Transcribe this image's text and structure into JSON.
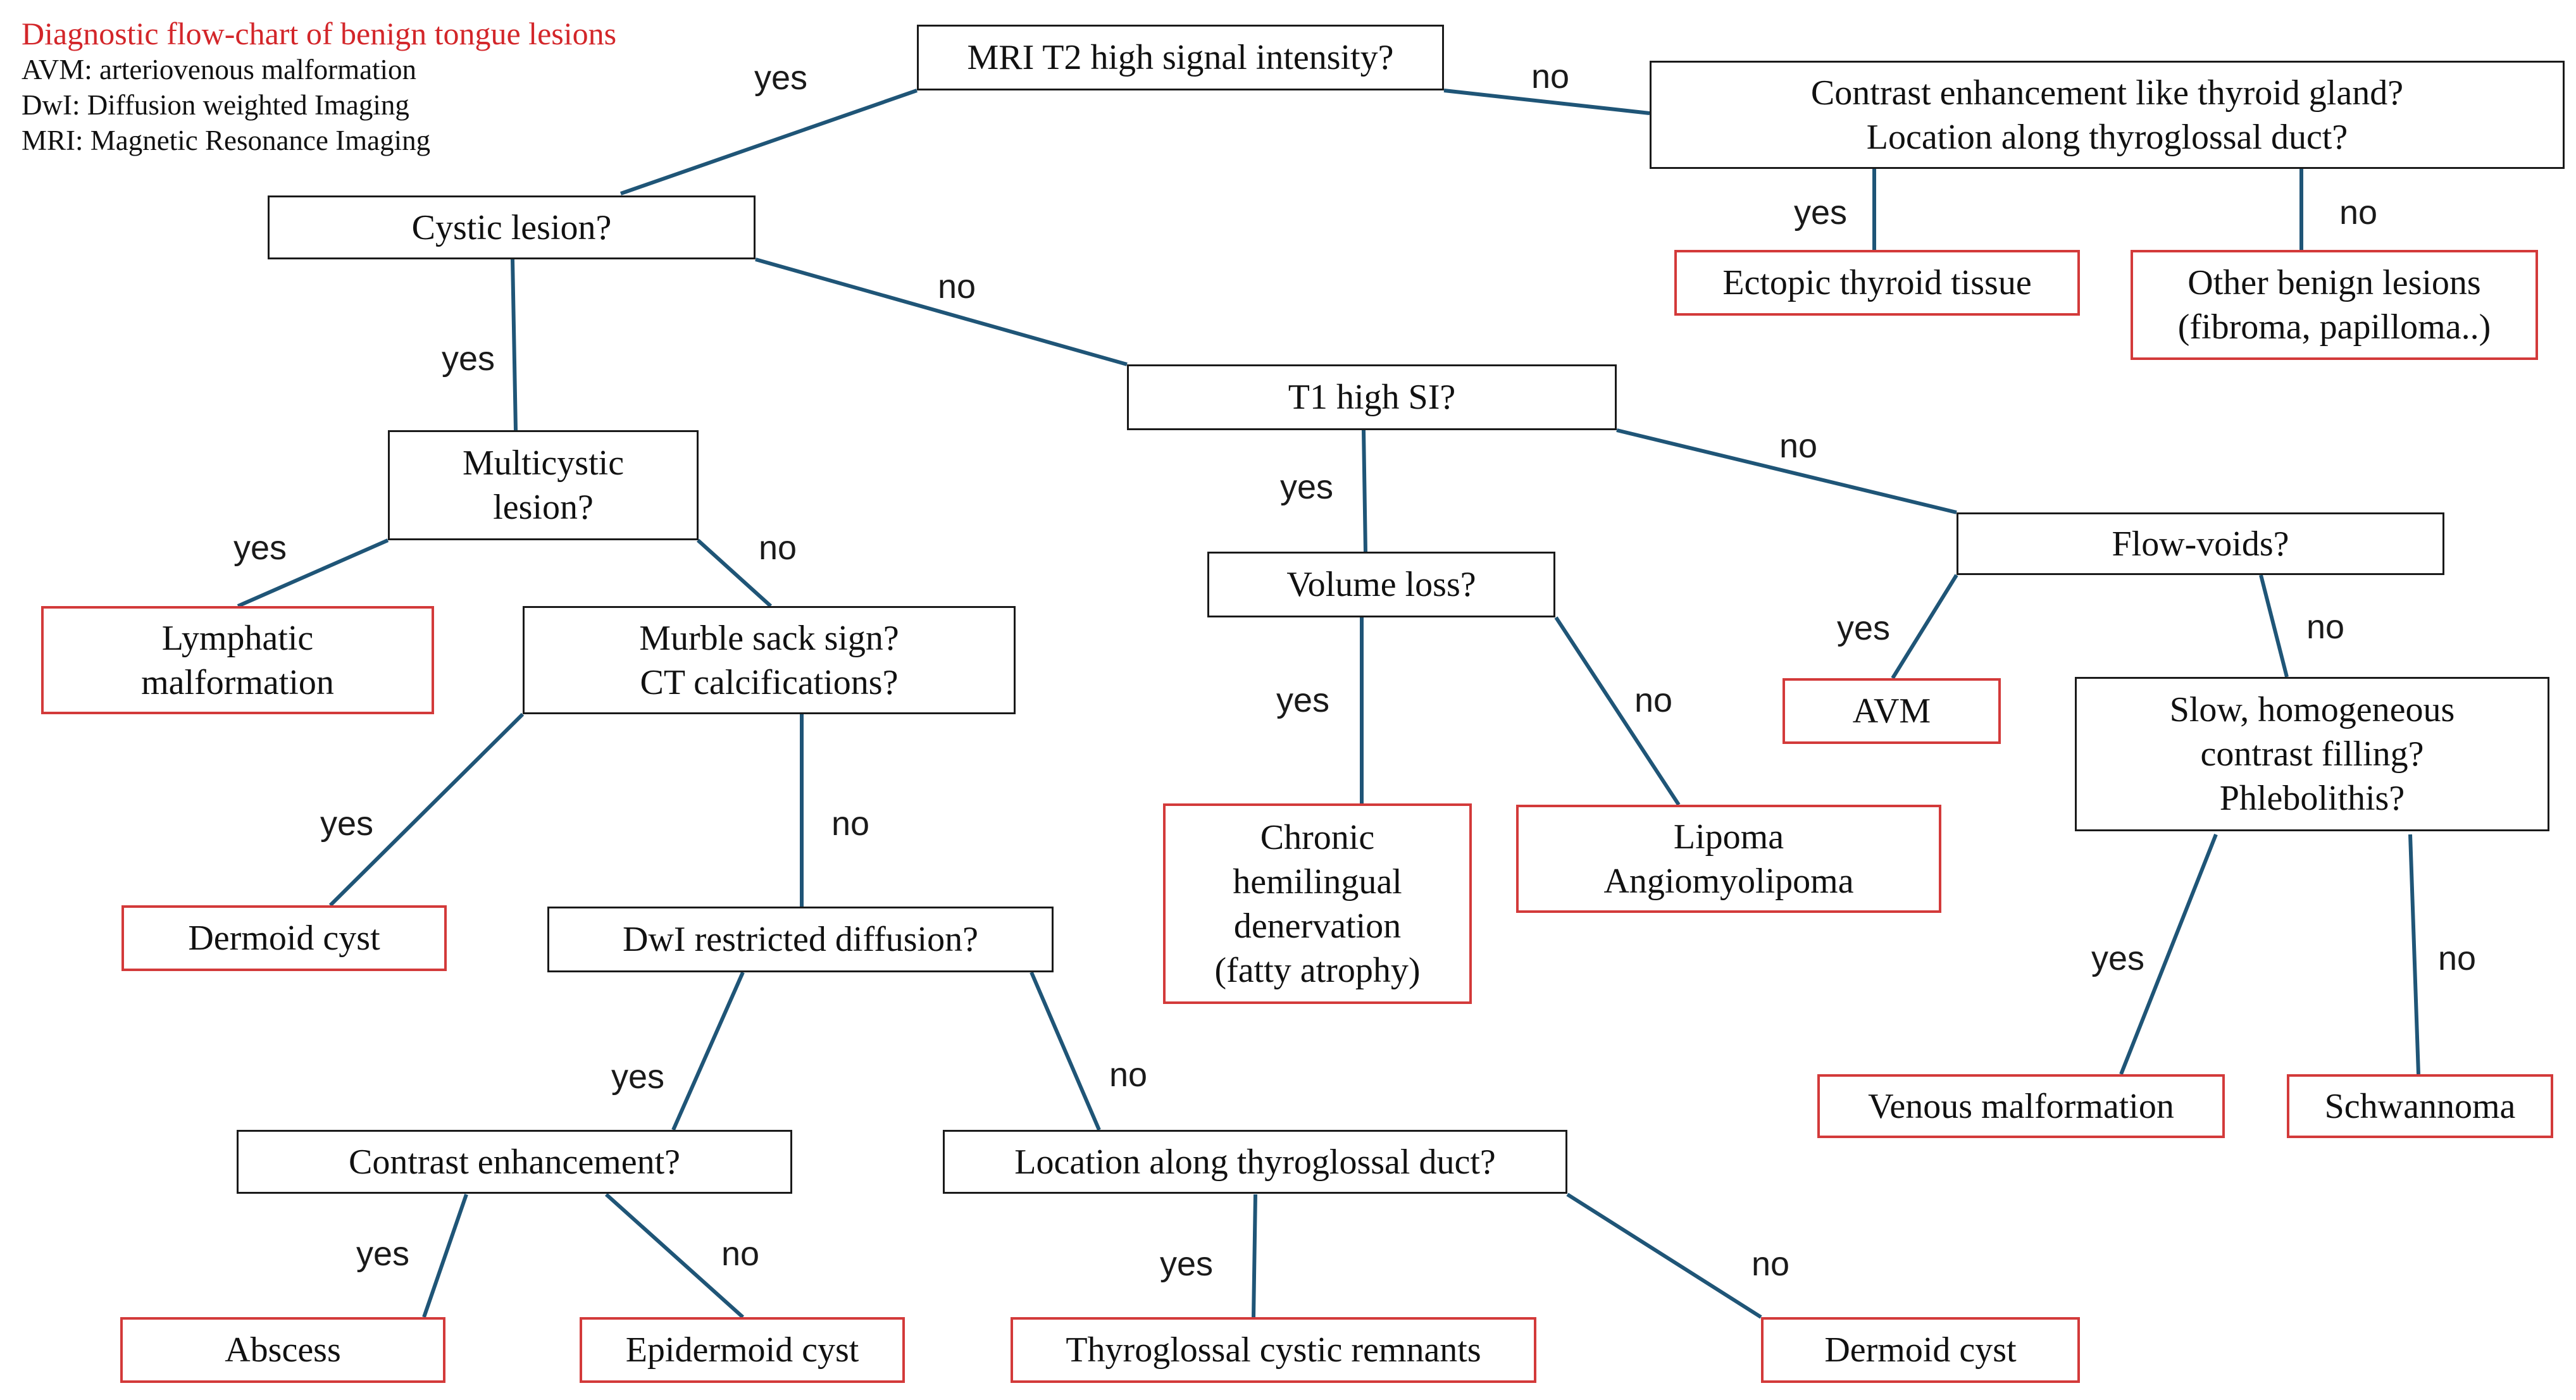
{
  "legend": {
    "title": "Diagnostic flow-chart of benign tongue lesions",
    "lines": [
      "AVM: arteriovenous malformation",
      "DwI: Diffusion weighted Imaging",
      "MRI: Magnetic Resonance Imaging"
    ]
  },
  "colors": {
    "connector": "#1f5577",
    "result_border": "#d33a3a",
    "question_border": "#1a1a1a",
    "legend_title": "#d3262a"
  },
  "nodes": {
    "mri_t2": [
      "MRI T2 high signal intensity?"
    ],
    "contrast_thyroid": [
      "Contrast enhancement like thyroid gland?",
      "Location along thyroglossal duct?"
    ],
    "cystic": [
      "Cystic lesion?"
    ],
    "ectopic_thyroid": [
      "Ectopic thyroid tissue"
    ],
    "other_benign": [
      "Other benign lesions",
      "(fibroma, papilloma..)"
    ],
    "t1_high": [
      "T1 high SI?"
    ],
    "multicystic": [
      "Multicystic",
      "lesion?"
    ],
    "lymphatic": [
      "Lymphatic",
      "malformation"
    ],
    "murble": [
      "Murble sack sign?",
      "CT calcifications?"
    ],
    "volume_loss": [
      "Volume loss?"
    ],
    "flow_voids": [
      "Flow-voids?"
    ],
    "avm": [
      "AVM"
    ],
    "slow_filling": [
      "Slow, homogeneous",
      "contrast filling?",
      "Phlebolithis?"
    ],
    "chronic_denerv": [
      "Chronic",
      "hemilingual",
      "denervation",
      "(fatty atrophy)"
    ],
    "lipoma": [
      "Lipoma",
      "Angiomyolipoma"
    ],
    "dermoid_1": [
      "Dermoid cyst"
    ],
    "dwi": [
      "DwI restricted diffusion?"
    ],
    "venous": [
      "Venous malformation"
    ],
    "schwannoma": [
      "Schwannoma"
    ],
    "contrast_enh": [
      "Contrast enhancement?"
    ],
    "location_tgd": [
      "Location along thyroglossal duct?"
    ],
    "abscess": [
      "Abscess"
    ],
    "epidermoid": [
      "Epidermoid cyst"
    ],
    "thyroglossal": [
      "Thyroglossal cystic remnants"
    ],
    "dermoid_2": [
      "Dermoid cyst"
    ]
  },
  "edges": [
    {
      "id": "e1",
      "label": "yes"
    },
    {
      "id": "e2",
      "label": "no"
    },
    {
      "id": "e3",
      "label": "yes"
    },
    {
      "id": "e4",
      "label": "no"
    },
    {
      "id": "e5",
      "label": "yes"
    },
    {
      "id": "e6",
      "label": "no"
    },
    {
      "id": "e7",
      "label": "yes"
    },
    {
      "id": "e8",
      "label": "no"
    },
    {
      "id": "e9",
      "label": "yes"
    },
    {
      "id": "e10",
      "label": "no"
    },
    {
      "id": "e11",
      "label": "yes"
    },
    {
      "id": "e12",
      "label": "no"
    },
    {
      "id": "e13",
      "label": "yes"
    },
    {
      "id": "e14",
      "label": "no"
    },
    {
      "id": "e15",
      "label": "yes"
    },
    {
      "id": "e16",
      "label": "no"
    },
    {
      "id": "e17",
      "label": "yes"
    },
    {
      "id": "e18",
      "label": "no"
    },
    {
      "id": "e19",
      "label": "yes"
    },
    {
      "id": "e20",
      "label": "no"
    },
    {
      "id": "e21",
      "label": "yes"
    },
    {
      "id": "e22",
      "label": "no"
    }
  ]
}
